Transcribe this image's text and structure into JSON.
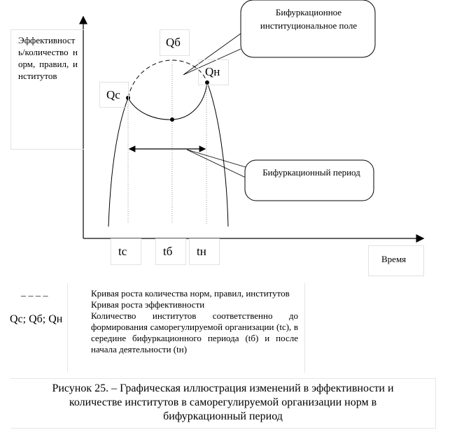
{
  "diagram": {
    "y_axis_label": "Эффективность/количество норм, правил, институтов",
    "x_axis_label": "Время",
    "point_labels": {
      "qc": "Qc",
      "qb": "Qб",
      "qn": "Qн"
    },
    "time_labels": {
      "tc": "tc",
      "tb": "tб",
      "tn": "tн"
    },
    "callout_field": "Бифуркационное институциональное поле",
    "callout_period": "Бифуркационный период"
  },
  "legend": {
    "rows": [
      {
        "symbol": "– – – –",
        "text": "Кривая роста количества норм, правил, институтов"
      },
      {
        "symbol": "",
        "text": "Кривая роста эффективности"
      },
      {
        "symbol": "Qc; Qб; Qн",
        "text": "Количество институтов соответственно до формирования саморегулируемой организации (tc), в середине бифуркационного периода (tб) и после начала деятельности (tн)"
      }
    ]
  },
  "caption": "Рисунок 25. – Графическая иллюстрация изменений в эффективности и количестве институтов в саморегулируемой организации норм в бифуркационный период"
}
